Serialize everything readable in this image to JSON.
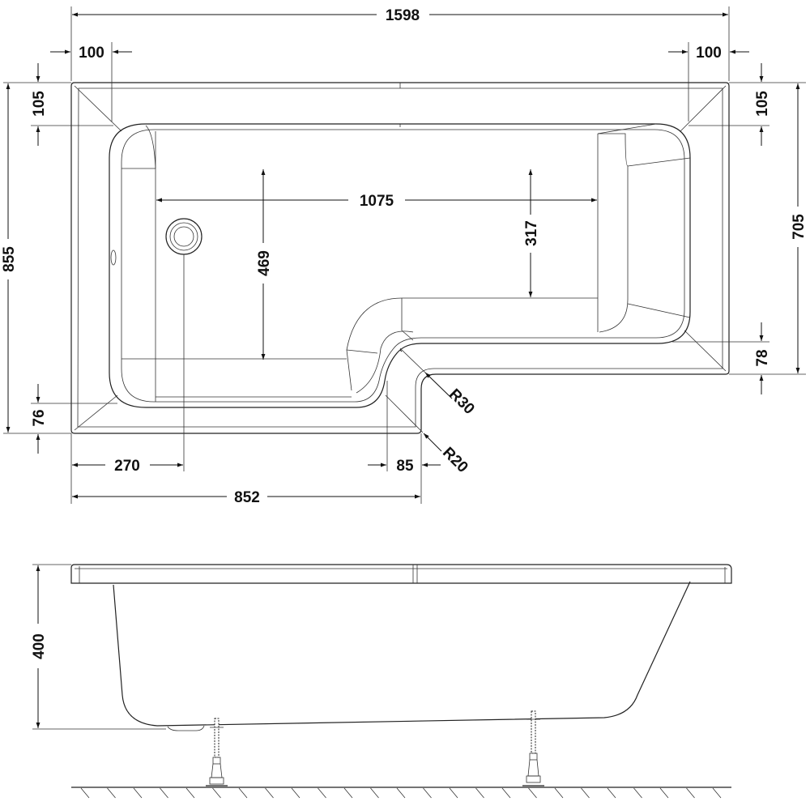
{
  "plan_view": {
    "overall_length": "1598",
    "rim_left_width": "100",
    "rim_right_width": "100",
    "rim_top_left": "105",
    "rim_top_right": "105",
    "overall_width_left": "855",
    "overall_width_right": "705",
    "rim_bottom_left": "76",
    "rim_bottom_right": "78",
    "basin_length": "1075",
    "basin_width_left": "469",
    "basin_width_right": "317",
    "waste_offset": "270",
    "step_rim": "85",
    "step_position": "852",
    "inner_radius": "R30",
    "outer_radius": "R20"
  },
  "side_view": {
    "height": "400"
  },
  "colors": {
    "line": "#222222",
    "background": "#ffffff"
  }
}
